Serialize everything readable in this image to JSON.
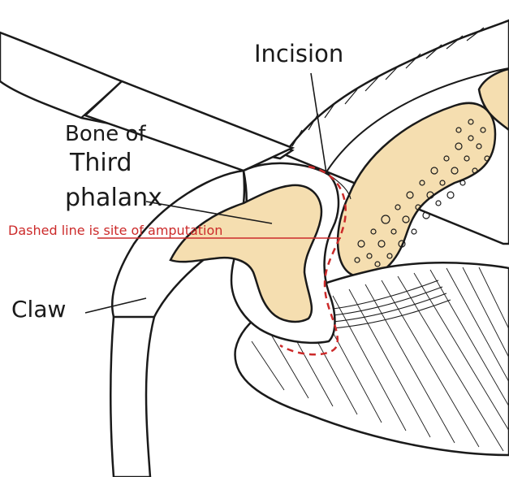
{
  "labels": {
    "incision": "Incision",
    "bone_line1": "Bone of",
    "bone_line2": "Third",
    "bone_line3": "phalanx",
    "claw": "Claw"
  },
  "annotation": {
    "text": "Dashed line is site of amputation"
  },
  "colors": {
    "bone_fill": "#f5deb0",
    "outline": "#1a1a1a",
    "dashed_line": "#cc2a2a",
    "annotation_text": "#cc2a2a",
    "background": "#ffffff"
  }
}
